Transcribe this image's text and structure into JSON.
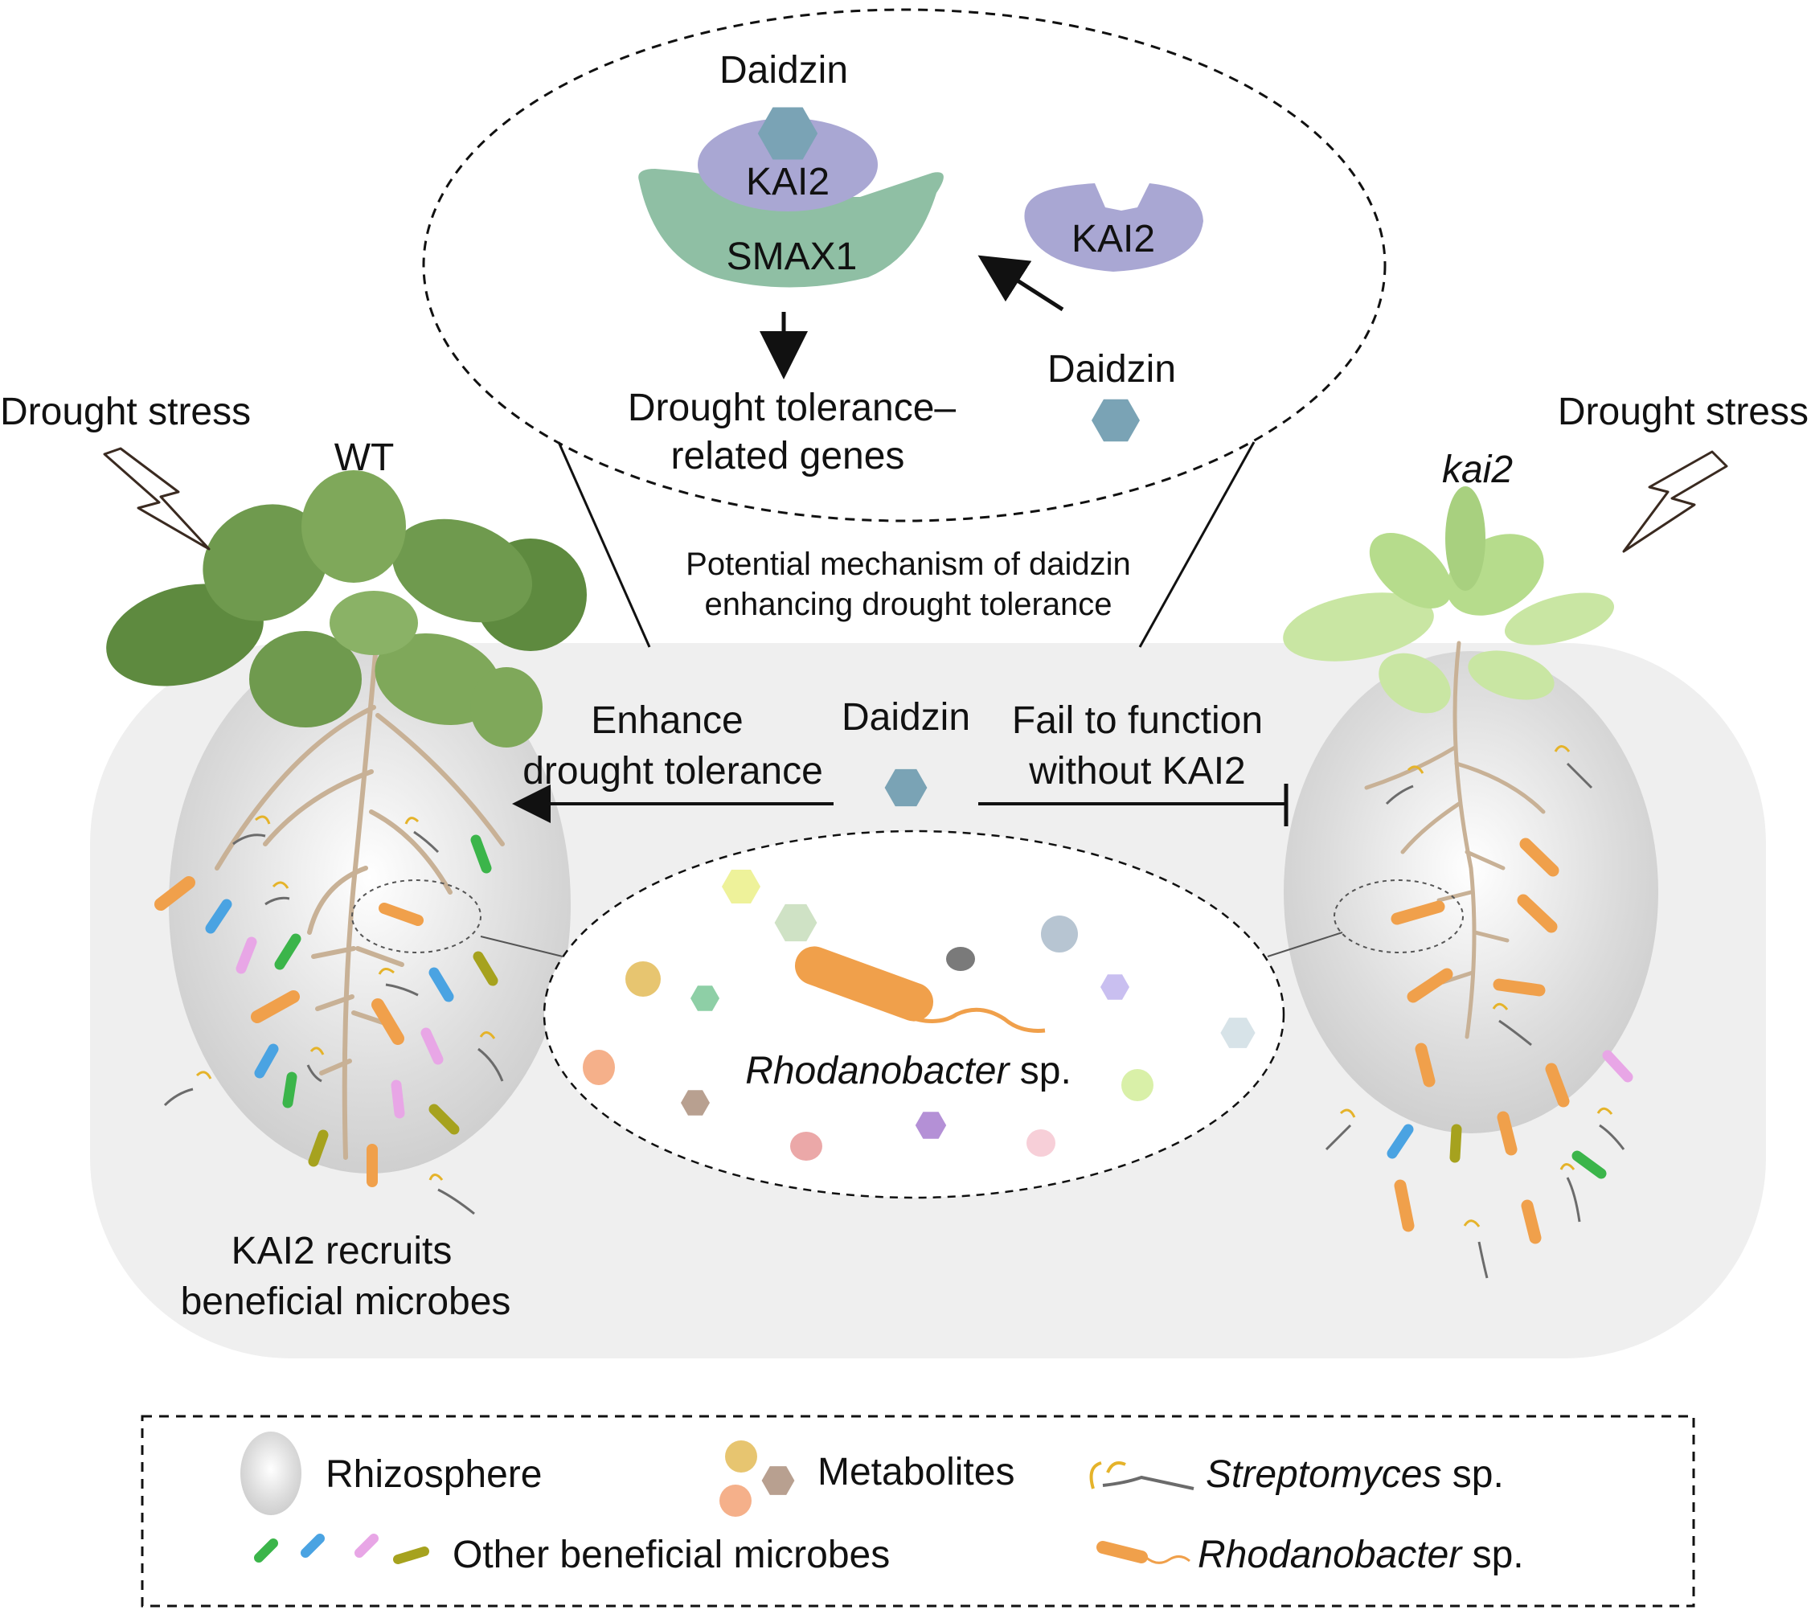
{
  "inset": {
    "daidzin_top": "Daidzin",
    "kai2_bound": "KAI2",
    "smax1": "SMAX1",
    "kai2_free": "KAI2",
    "daidzin_free": "Daidzin",
    "outcome_line1": "Drought tolerance–",
    "outcome_line2": "related genes"
  },
  "caption_line1": "Potential mechanism of daidzin",
  "caption_line2": "enhancing drought tolerance",
  "wt": {
    "stress": "Drought stress",
    "genotype": "WT",
    "recruit_line1": "KAI2 recruits",
    "recruit_line2": "beneficial microbes"
  },
  "mutant": {
    "stress": "Drought stress",
    "genotype": "kai2"
  },
  "center": {
    "daidzin": "Daidzin",
    "enhance_line1": "Enhance",
    "enhance_line2": "drought tolerance",
    "fail_line1": "Fail to function",
    "fail_line2": "without KAI2",
    "bacterium_genus": "Rhodanobacter",
    "bacterium_suffix": " sp."
  },
  "legend": {
    "rhizosphere": "Rhizosphere",
    "metabolites": "Metabolites",
    "streptomyces_genus": "Streptomyces",
    "streptomyces_suffix": " sp.",
    "other_microbes": "Other beneficial microbes",
    "rhodanobacter_genus": "Rhodanobacter",
    "rhodanobacter_suffix": " sp."
  },
  "colors": {
    "daidzin": "#7aa3b5",
    "kai2": "#a9a7d3",
    "smax1": "#8fbfa4",
    "soil": "#efefef",
    "rhizosphere": "#d9d9d9",
    "wt_leaf": "#6f9a4e",
    "kai2_leaf": "#b6dc8c",
    "root": "#c8b196",
    "rhodanobacter": "#f0a04b",
    "streptomyces_tip": "#e5b32a",
    "streptomyces_body": "#6b6b6b"
  }
}
